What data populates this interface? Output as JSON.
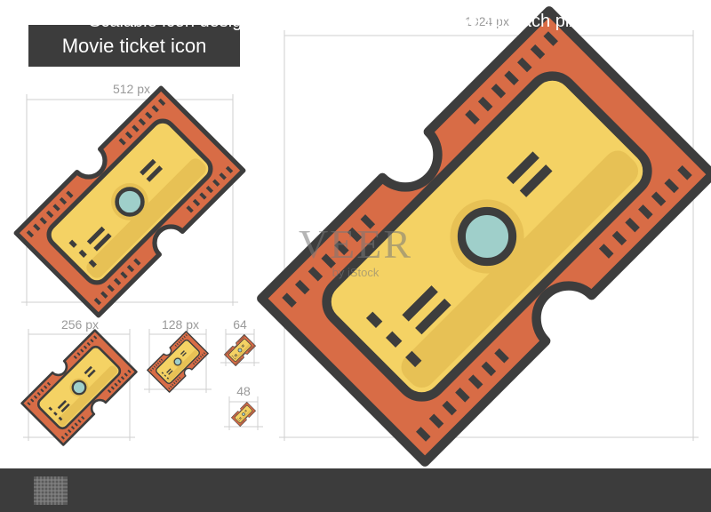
{
  "title": "Movie ticket icon",
  "sizes": {
    "s1024": "1024 px",
    "s512": "512 px",
    "s256": "256 px",
    "s128": "128 px",
    "s64": "64",
    "s48": "48"
  },
  "footer": {
    "text": "Scalable icon designed on a grid system with love for each pixel."
  },
  "watermark": {
    "brand": "VEER",
    "sub": "by iStock"
  },
  "colors": {
    "outline": "#3d3d3d",
    "ticket_orange": "#d86c46",
    "ticket_yellow": "#f4d264",
    "ticket_yellow_shade": "#e7c155",
    "circle_fill": "#9fcfca",
    "footer_bg": "#3c3c3c",
    "label_gray": "#9a9a9a"
  }
}
